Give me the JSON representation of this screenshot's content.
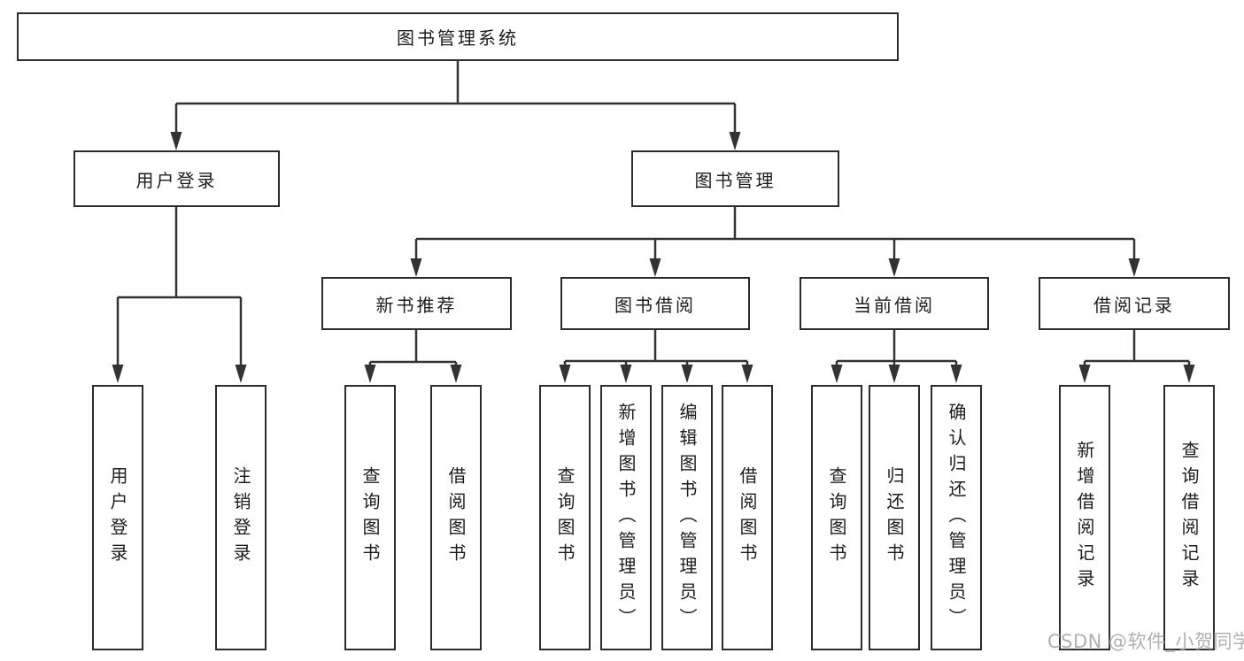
{
  "tree": {
    "root": {
      "label": "图书管理系统"
    },
    "branches": [
      {
        "label": "用户登录",
        "children": [
          {
            "label": "用户登录"
          },
          {
            "label": "注销登录"
          }
        ]
      },
      {
        "label": "图书管理",
        "children": [
          {
            "label": "新书推荐",
            "children": [
              {
                "label": "查询图书"
              },
              {
                "label": "借阅图书"
              }
            ]
          },
          {
            "label": "图书借阅",
            "children": [
              {
                "label": "查询图书"
              },
              {
                "label": "新增图书（管理员）"
              },
              {
                "label": "编辑图书（管理员）"
              },
              {
                "label": "借阅图书"
              }
            ]
          },
          {
            "label": "当前借阅",
            "children": [
              {
                "label": "查询图书"
              },
              {
                "label": "归还图书"
              },
              {
                "label": "确认归还（管理员）"
              }
            ]
          },
          {
            "label": "借阅记录",
            "children": [
              {
                "label": "新增借阅记录"
              },
              {
                "label": "查询借阅记录"
              }
            ]
          }
        ]
      }
    ]
  },
  "watermark": {
    "text": "CSDN @软件_小贺同学"
  },
  "colors": {
    "line": "#333333",
    "box_border": "#2b2b2b",
    "text": "#1c1c1c",
    "background": "#ffffff",
    "watermark": "#b0b0b0"
  }
}
